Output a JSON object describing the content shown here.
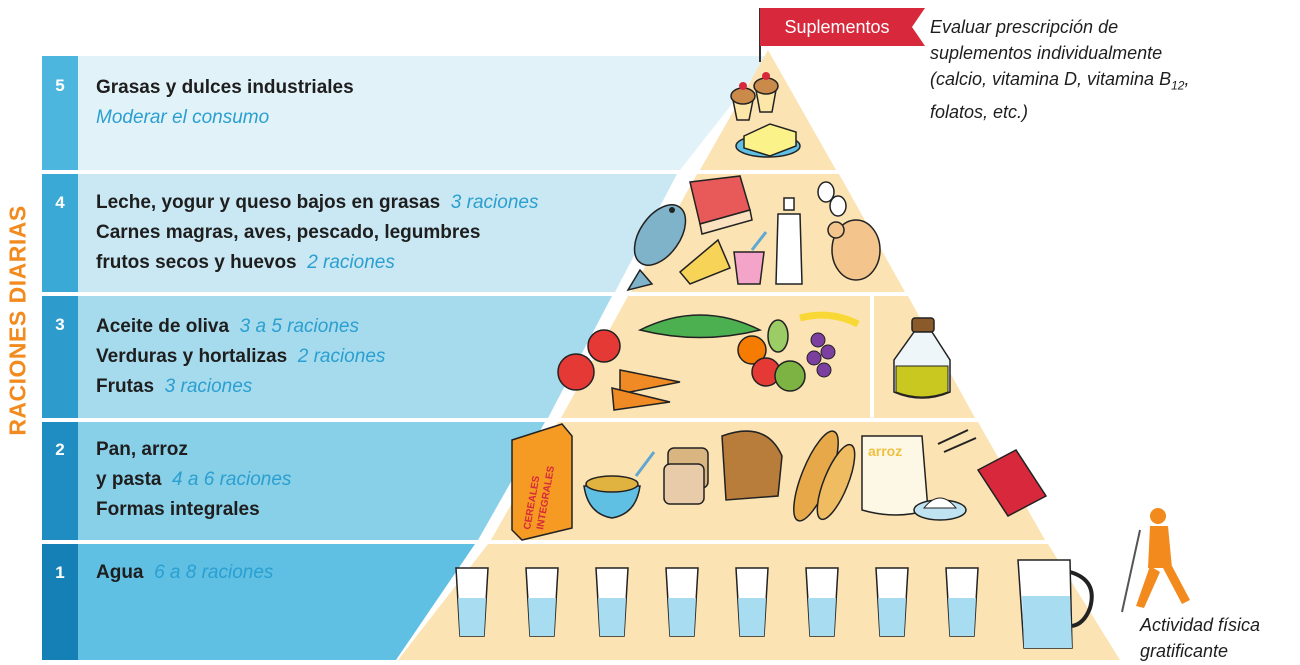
{
  "vertical_label": "RACIONES DIARIAS",
  "supplements": {
    "label": "Suplementos",
    "note_line1": "Evaluar prescripción de",
    "note_line2": "suplementos individualmente",
    "note_line3_pre": "(calcio, vitamina D, vitamina B",
    "note_line3_sub": "12",
    "note_line3_post": ",",
    "note_line4": "folatos, etc.)"
  },
  "tiers": [
    {
      "number": "5",
      "lines": [
        {
          "text": "Grasas y dulces industriales",
          "note": ""
        },
        {
          "text": "",
          "note": "Moderar el consumo"
        }
      ]
    },
    {
      "number": "4",
      "lines": [
        {
          "text": "Leche, yogur y queso bajos en grasas",
          "note": "3 raciones"
        },
        {
          "text": "Carnes magras, aves, pescado, legumbres",
          "note": ""
        },
        {
          "text": "frutos secos y huevos",
          "note": "2 raciones"
        }
      ]
    },
    {
      "number": "3",
      "lines": [
        {
          "text": "Aceite de oliva",
          "note": "3 a 5 raciones"
        },
        {
          "text": "Verduras y hortalizas",
          "note": "2 raciones"
        },
        {
          "text": "Frutas",
          "note": "3 raciones"
        }
      ]
    },
    {
      "number": "2",
      "lines": [
        {
          "text": "Pan, arroz",
          "note": ""
        },
        {
          "text": "y pasta",
          "note": "4 a 6 raciones"
        },
        {
          "text": "Formas integrales",
          "note": ""
        }
      ]
    },
    {
      "number": "1",
      "lines": [
        {
          "text": "Agua",
          "note": "6 a 8 raciones"
        }
      ]
    }
  ],
  "food_labels": {
    "cereal_box_1": "CEREALES",
    "cereal_box_2": "INTEGRALES",
    "rice_bag": "arroz"
  },
  "activity": {
    "line1": "Actividad física",
    "line2": "gratificante"
  },
  "colors": {
    "tier5": "#e2f2f9",
    "tier4": "#c9e8f3",
    "tier3": "#a6dbee",
    "tier2": "#88cfe8",
    "tier1": "#5fc0e4",
    "pyramid_bg": "#fbe3b4",
    "accent_orange": "#f28a1e",
    "note_blue": "#2a9fd0",
    "supplement_red": "#d8283c"
  }
}
